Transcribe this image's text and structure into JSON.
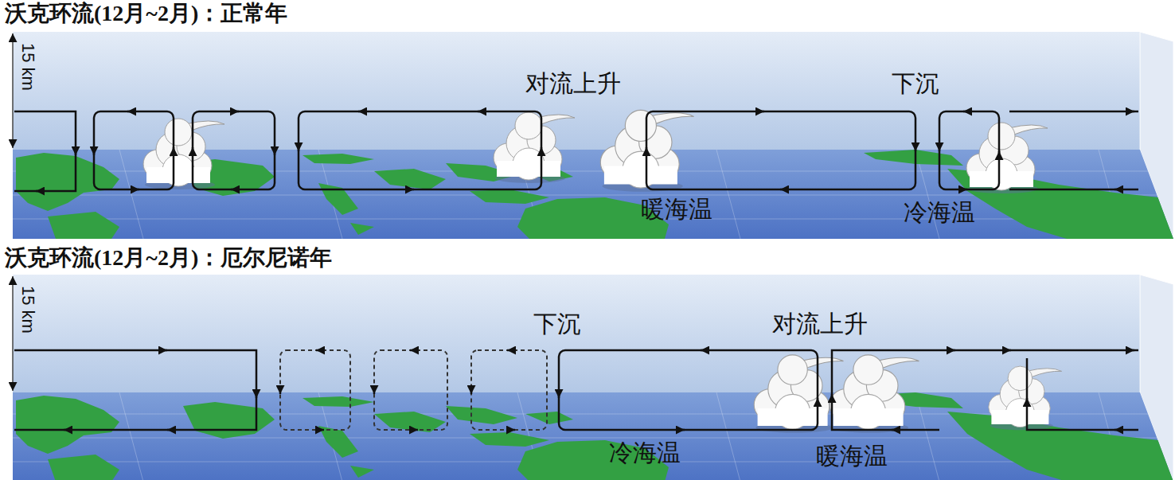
{
  "diagram": {
    "nodes": [
      {
        "text": [
          "沃克环流(12月~2月)：正常年"
        ]
      },
      {
        "text": [
          "沃克环流(12月~2月)：厄尔尼诺年"
        ]
      }
    ],
    "labels": [
      "15 km",
      "对流上升",
      "下沉",
      "暖海温",
      "冷海温",
      "15 km",
      "下沉",
      "对流上升",
      "冷海温",
      "暖海温"
    ]
  }
}
